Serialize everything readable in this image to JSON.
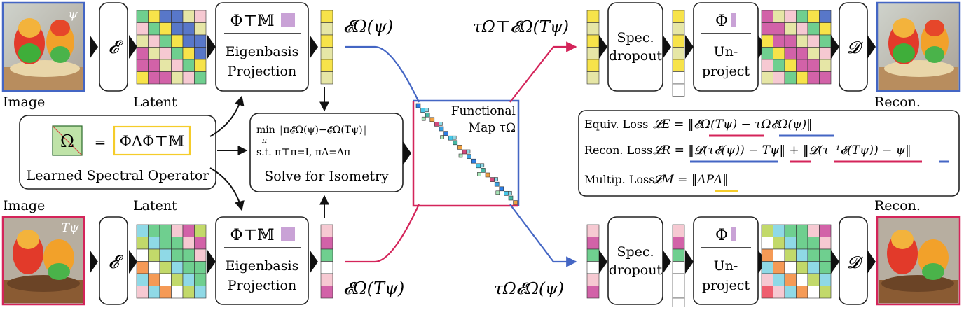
{
  "labels": {
    "image_top": "Image",
    "latent_top": "Latent",
    "image_bottom": "Image",
    "latent_bottom": "Latent",
    "recon_top": "Recon.",
    "recon_bottom": "Recon.",
    "psi_mark": "ψ",
    "tpsi_mark": "Tψ"
  },
  "encoder": {
    "symbol": "𝓔"
  },
  "decoder": {
    "symbol": "𝓓"
  },
  "projection": {
    "formula": "Φ⊤𝕄",
    "line1": "Eigenbasis",
    "line2": "Projection"
  },
  "unproject": {
    "formula": "Φ",
    "line1": "Un-",
    "line2": "project"
  },
  "dropout": {
    "line1": "Spec.",
    "line2": "dropout"
  },
  "operator": {
    "omega": "Ω",
    "equals": "=",
    "formula": "ΦΛΦ⊤𝕄",
    "caption": "Learned Spectral Operator"
  },
  "solver": {
    "min_line": "min ‖π𝓔Ω(ψ)−𝓔Ω(Tψ)‖",
    "min_sub": "π",
    "st_line": "s.t. π⊤π=I,  πΛ=Λπ",
    "caption": "Solve for Isometry"
  },
  "fmap": {
    "line1": "Functional",
    "line2": "Map τΩ"
  },
  "expr": {
    "e_psi": "𝓔Ω(ψ)",
    "e_tpsi": "𝓔Ω(Tψ)",
    "tau_t_e_tpsi": "τΩ⊤𝓔Ω(Tψ)",
    "tau_e_psi": "τΩ𝓔Ω(ψ)"
  },
  "losses": [
    {
      "name": "Equiv. Loss",
      "formula": "𝓛E = ‖𝓔Ω(Tψ) − τΩ𝓔Ω(ψ)‖"
    },
    {
      "name": "Recon. Loss",
      "formula": "𝓛R = ‖𝓓(τ𝓔(ψ)) − Tψ‖ + ‖𝓓(τ⁻¹𝓔(Tψ)) − ψ‖"
    },
    {
      "name": "Multip. Loss",
      "formula": "𝓛M = ‖ΔPΛ‖"
    }
  ],
  "colors": {
    "blue": "#4466c4",
    "red": "#d4245a",
    "yellow": "#f5cc2a",
    "purple": "#7a4aa8",
    "grid_top": [
      "#6fcf8f",
      "#f7e34a",
      "#5877c9",
      "#d262a8",
      "#e6e6a6",
      "#f6c9d2",
      "#6fcf8f",
      "#f7e34a",
      "#d262a8",
      "#5877c9",
      "#e6e6a6",
      "#f6c9d2"
    ],
    "grid_bottom": [
      "#8fd9e6",
      "#f6c9d2",
      "#6fcf8f",
      "#f59a56",
      "#d262a8",
      "#c2d96a",
      "#ee5f6f",
      "#6fcf8f",
      "#8fd9e6",
      "#f6c9d2",
      "#ffffff",
      "#c2d96a"
    ]
  }
}
